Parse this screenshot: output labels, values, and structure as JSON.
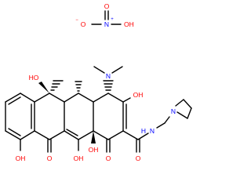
{
  "colors": {
    "bond": "#000000",
    "carbon_label": "#000000",
    "oxygen": "#ff0000",
    "nitrogen": "#0000ff"
  },
  "nitrate": {
    "oxide_o": "O",
    "oxide_charge": "−",
    "central_n": "N",
    "central_charge": "+",
    "double_o": "O",
    "hydroxyl": "OH"
  },
  "molecule": {
    "oh_c6": "HO",
    "oh_phenol": "OH",
    "oh_c12": "OH",
    "oh_c12a": "OH",
    "oh_c3": "OH",
    "o_c11": "O",
    "o_c1": "O",
    "o_amide": "O",
    "n_dimethyl": "N",
    "n_amide": "N",
    "h_amide": "H",
    "n_pyrrolidine": "N"
  }
}
